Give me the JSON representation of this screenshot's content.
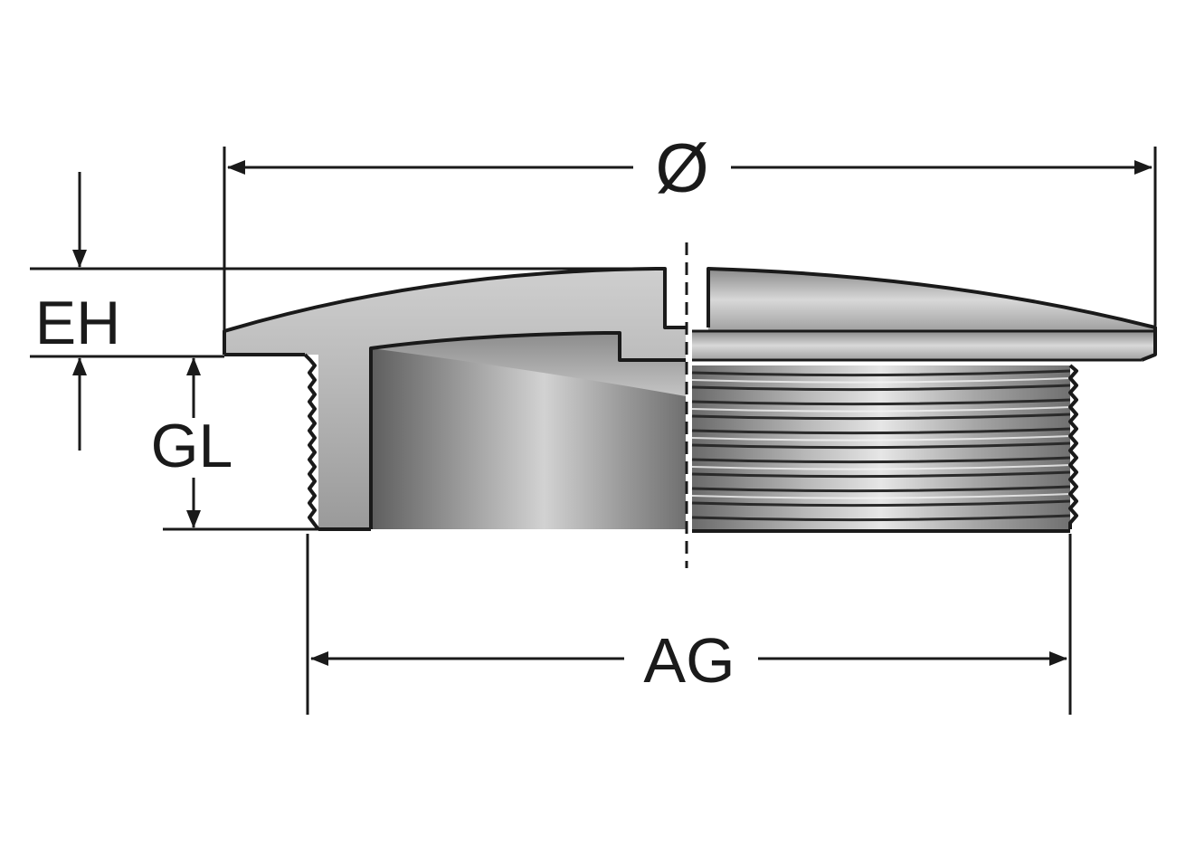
{
  "labels": {
    "diameter": "Ø",
    "eh": "EH",
    "gl": "GL",
    "ag": "AG"
  },
  "colors": {
    "line": "#1a1a1a",
    "body_light": "#e4e4e4",
    "body_mid": "#bdbdbd",
    "body_dark": "#6e6e6e",
    "background": "#ffffff"
  }
}
